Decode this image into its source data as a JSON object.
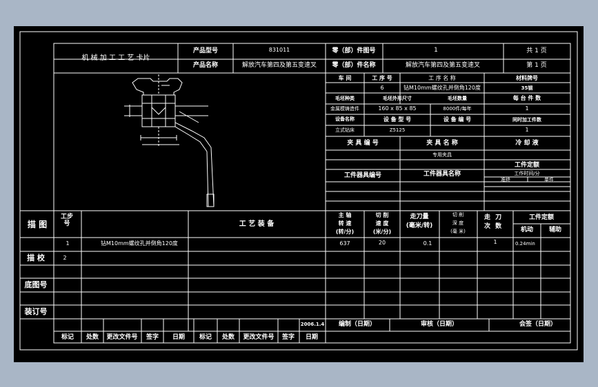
{
  "card": {
    "title": "机 械 加 工 工 艺 卡片",
    "product_model_label": "产品型号",
    "product_model_value": "831011",
    "product_name_label": "产品名称",
    "product_name_value": "解放汽车第四及第五变速叉",
    "part_no_label": "零（部）件图号",
    "part_no_value": "1",
    "part_name_label": "零（部）件名称",
    "part_name_value": "解放汽车第四及第五变速叉",
    "total_pages": "共 1 页",
    "page_no": "第 1 页"
  },
  "info": {
    "workshop_label": "车 间",
    "process_no_label": "工 序 号",
    "process_name_label": "工 序 名 称",
    "material_label": "材料牌号",
    "process_no_value": "6",
    "process_name_value": "钻M10mm螺纹孔并倒角120度",
    "material_value": "35钢",
    "blank_type_label": "毛坯种类",
    "blank_size_label": "毛坯外形尺寸",
    "blank_count_label": "毛坯数量",
    "parts_per_machine_label": "每 台 件 数",
    "blank_type_value": "金属模铸造件",
    "blank_size_value": "160 x 85 x 85",
    "blank_count_value": "8000件/每年",
    "parts_per_machine_value": "1",
    "equipment_name_label": "设备名称",
    "equipment_model_label": "设 备 型 号",
    "equipment_no_label": "设 备 编 号",
    "simul_parts_label": "同时加工件数",
    "equipment_name_value": "立式钻床",
    "equipment_model_value": "Z5125",
    "simul_parts_value": "1",
    "fixture_no_label": "夹 具 编 号",
    "fixture_name_label": "夹 具 名 称",
    "coolant_label": "冷 却 液",
    "fixture_name_value": "专用夹具",
    "tool_no_label": "工件器具编号",
    "tool_name_label": "工件器具名称",
    "time_quota_label": "工件定额",
    "single_time_label": "工作时间/分",
    "prep_label": "准终",
    "unit_label": "单件"
  },
  "steps": {
    "sketch_label": "描 图",
    "step_label": "工步号",
    "equipment_label": "工 艺 装 备",
    "speed_label1": "主 轴",
    "speed_label2": "转 速",
    "speed_unit": "(转/分)",
    "cut_speed_label1": "切 削",
    "cut_speed_label2": "速 度",
    "cut_speed_unit": "(米/分)",
    "feed_label": "走刀量",
    "feed_unit": "(毫米/转)",
    "depth_label1": "切 削",
    "depth_label2": "深 度",
    "depth_unit": "(毫 米)",
    "passes_label1": "走 刀",
    "passes_label2": "次 数",
    "time_label": "工件定额",
    "machine_time_label": "机动",
    "aux_time_label": "辅助",
    "rows": [
      {
        "no": "1",
        "content": "钻M10mm螺纹孔并倒角120度",
        "speed": "637",
        "cut_speed": "20",
        "feed": "0.1",
        "passes": "1",
        "machine_time": "0.24min"
      },
      {
        "no": "2"
      }
    ]
  },
  "side": {
    "check_label": "描 校",
    "base_no_label": "底图号",
    "binding_no_label": "装订号"
  },
  "footer": {
    "date_code": "2006.1.4",
    "compile_label": "编制（日期）",
    "review_label": "审核（日期）",
    "sign_label": "会签（日期）",
    "cols": [
      "标记",
      "处数",
      "更改文件号",
      "签字",
      "日期",
      "标记",
      "处数",
      "更改文件号",
      "签字",
      "日期"
    ]
  }
}
